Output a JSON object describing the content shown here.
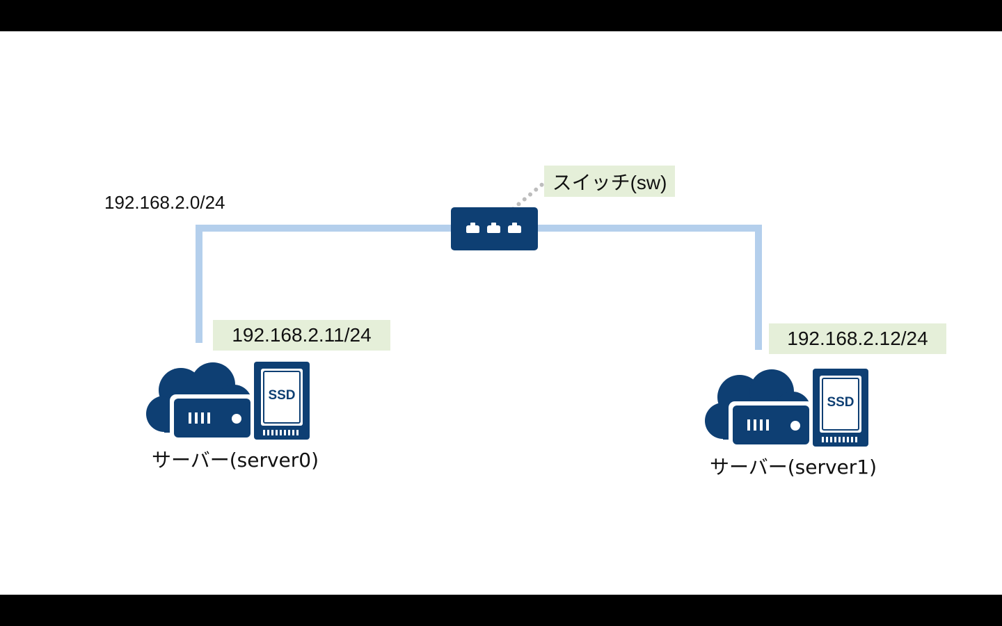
{
  "network": {
    "subnet_label": "192.168.2.0/24"
  },
  "switch": {
    "label": "スイッチ(sw)",
    "icon": "network-switch-icon"
  },
  "servers": [
    {
      "name": "サーバー(server0)",
      "ip": "192.168.2.11/24",
      "icon": "cloud-server-icon",
      "ssd_label": "SSD"
    },
    {
      "name": "サーバー(server1)",
      "ip": "192.168.2.12/24",
      "icon": "cloud-server-icon",
      "ssd_label": "SSD"
    }
  ],
  "colors": {
    "device": "#0e3f73",
    "link": "#b4cfec",
    "label_bg": "#e5efd9",
    "letterbox": "#000000"
  }
}
